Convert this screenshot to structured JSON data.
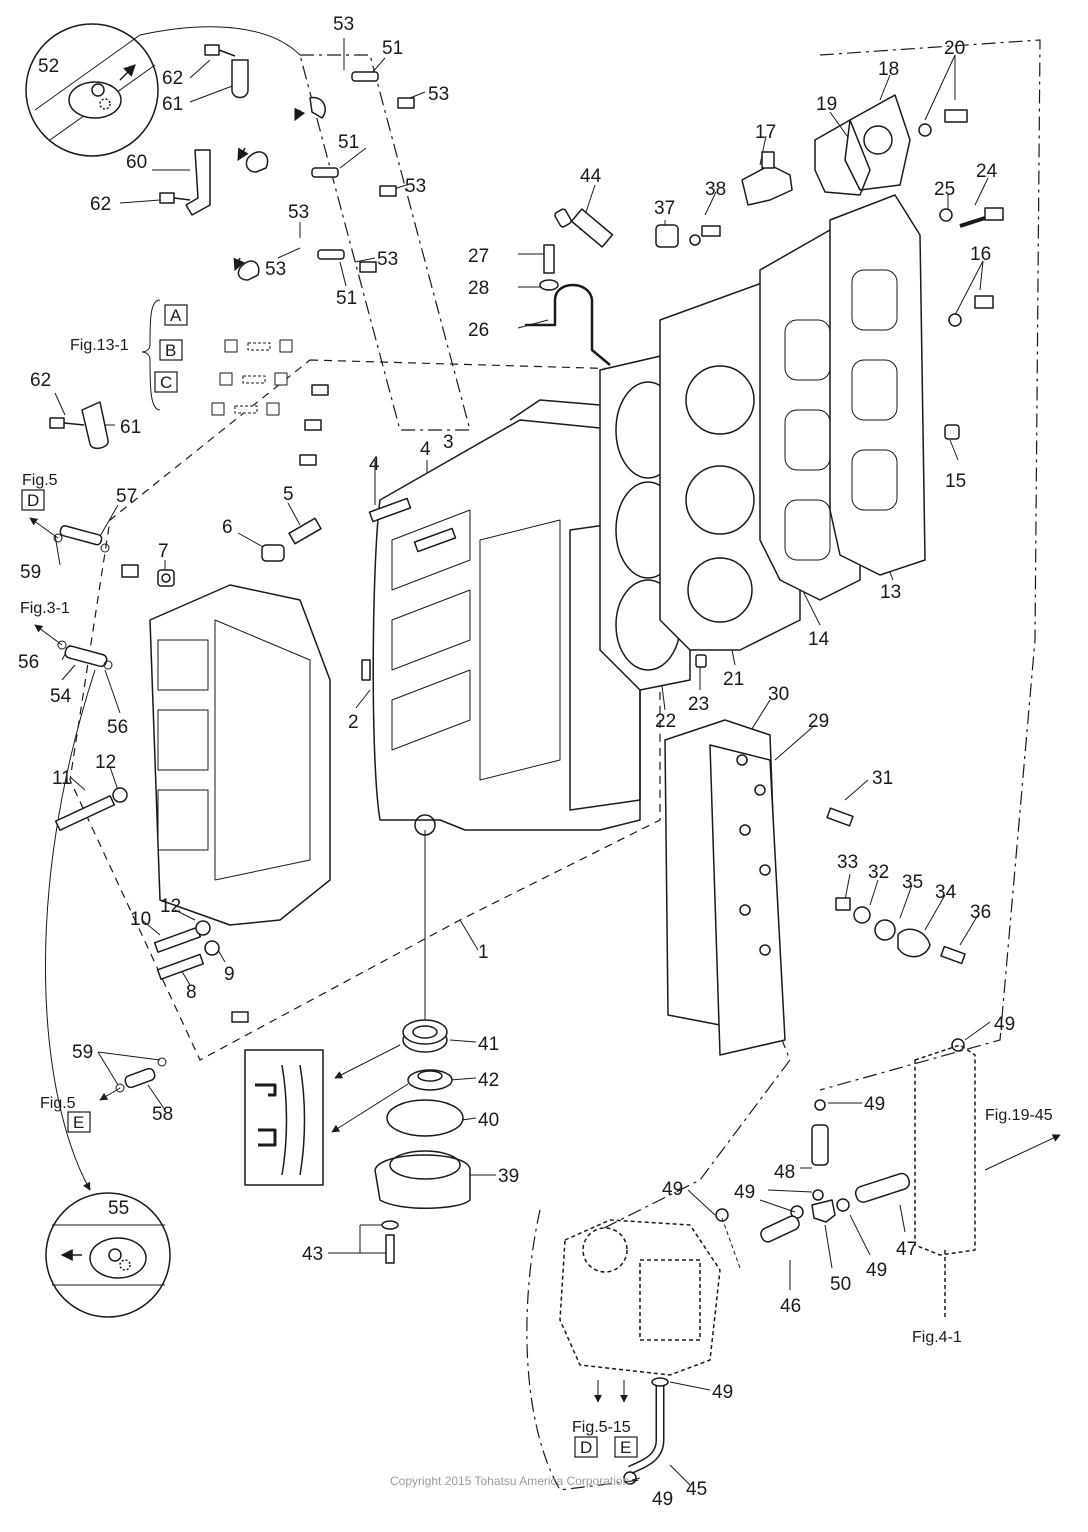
{
  "callouts": [
    {
      "id": "c53a",
      "label": "53"
    },
    {
      "id": "c51a",
      "label": "51"
    },
    {
      "id": "c53b",
      "label": "53"
    },
    {
      "id": "c52",
      "label": "52"
    },
    {
      "id": "c62a",
      "label": "62"
    },
    {
      "id": "c61a",
      "label": "61"
    },
    {
      "id": "c51b",
      "label": "51"
    },
    {
      "id": "c53c",
      "label": "53"
    },
    {
      "id": "c60",
      "label": "60"
    },
    {
      "id": "c62b",
      "label": "62"
    },
    {
      "id": "c53d",
      "label": "53"
    },
    {
      "id": "c53e",
      "label": "53"
    },
    {
      "id": "c53f",
      "label": "53"
    },
    {
      "id": "c51c",
      "label": "51"
    },
    {
      "id": "c44",
      "label": "44"
    },
    {
      "id": "c37",
      "label": "37"
    },
    {
      "id": "c38",
      "label": "38"
    },
    {
      "id": "c17",
      "label": "17"
    },
    {
      "id": "c18",
      "label": "18"
    },
    {
      "id": "c20",
      "label": "20"
    },
    {
      "id": "c19",
      "label": "19"
    },
    {
      "id": "c25",
      "label": "25"
    },
    {
      "id": "c24",
      "label": "24"
    },
    {
      "id": "c16",
      "label": "16"
    },
    {
      "id": "c27",
      "label": "27"
    },
    {
      "id": "c28",
      "label": "28"
    },
    {
      "id": "c26",
      "label": "26"
    },
    {
      "id": "c62c",
      "label": "62"
    },
    {
      "id": "c61b",
      "label": "61"
    },
    {
      "id": "c15",
      "label": "15"
    },
    {
      "id": "c4a",
      "label": "4"
    },
    {
      "id": "c4b",
      "label": "4"
    },
    {
      "id": "c3",
      "label": "3"
    },
    {
      "id": "c57",
      "label": "57"
    },
    {
      "id": "c5",
      "label": "5"
    },
    {
      "id": "c6",
      "label": "6"
    },
    {
      "id": "c59a",
      "label": "59"
    },
    {
      "id": "c7",
      "label": "7"
    },
    {
      "id": "c13",
      "label": "13"
    },
    {
      "id": "c14",
      "label": "14"
    },
    {
      "id": "c56a",
      "label": "56"
    },
    {
      "id": "c54",
      "label": "54"
    },
    {
      "id": "c56b",
      "label": "56"
    },
    {
      "id": "c2",
      "label": "2"
    },
    {
      "id": "c23",
      "label": "23"
    },
    {
      "id": "c21",
      "label": "21"
    },
    {
      "id": "c30",
      "label": "30"
    },
    {
      "id": "c22",
      "label": "22"
    },
    {
      "id": "c29",
      "label": "29"
    },
    {
      "id": "c12a",
      "label": "12"
    },
    {
      "id": "c11",
      "label": "11"
    },
    {
      "id": "c31",
      "label": "31"
    },
    {
      "id": "c33",
      "label": "33"
    },
    {
      "id": "c32",
      "label": "32"
    },
    {
      "id": "c35",
      "label": "35"
    },
    {
      "id": "c34",
      "label": "34"
    },
    {
      "id": "c36",
      "label": "36"
    },
    {
      "id": "c12b",
      "label": "12"
    },
    {
      "id": "c10",
      "label": "10"
    },
    {
      "id": "c9",
      "label": "9"
    },
    {
      "id": "c8",
      "label": "8"
    },
    {
      "id": "c1",
      "label": "1"
    },
    {
      "id": "c41",
      "label": "41"
    },
    {
      "id": "c59b",
      "label": "59"
    },
    {
      "id": "c49a",
      "label": "49"
    },
    {
      "id": "c42",
      "label": "42"
    },
    {
      "id": "c58",
      "label": "58"
    },
    {
      "id": "c49b",
      "label": "49"
    },
    {
      "id": "c40",
      "label": "40"
    },
    {
      "id": "c39",
      "label": "39"
    },
    {
      "id": "c48",
      "label": "48"
    },
    {
      "id": "c49c",
      "label": "49"
    },
    {
      "id": "c49d",
      "label": "49"
    },
    {
      "id": "c55",
      "label": "55"
    },
    {
      "id": "c43",
      "label": "43"
    },
    {
      "id": "c47",
      "label": "47"
    },
    {
      "id": "c49e",
      "label": "49"
    },
    {
      "id": "c50",
      "label": "50"
    },
    {
      "id": "c46",
      "label": "46"
    },
    {
      "id": "c49f",
      "label": "49"
    },
    {
      "id": "c45",
      "label": "45"
    },
    {
      "id": "c49g",
      "label": "49"
    }
  ],
  "references": {
    "fig13": "Fig.13-1",
    "fig5_top": "Fig.5",
    "fig3": "Fig.3-1",
    "fig5_bottom": "Fig.5",
    "fig19": "Fig.19-45",
    "fig4": "Fig.4-1",
    "fig5_15": "Fig.5-15"
  },
  "boxes": {
    "A": "A",
    "B": "B",
    "C": "C",
    "D_top": "D",
    "E_bottom": "E",
    "D_pump": "D",
    "E_pump": "E"
  },
  "copyright": "Copyright 2015 Tohatsu America Corporation",
  "colors": {
    "ink": "#1a1a1a",
    "paper": "#ffffff",
    "copyright": "#9a9a9a"
  }
}
